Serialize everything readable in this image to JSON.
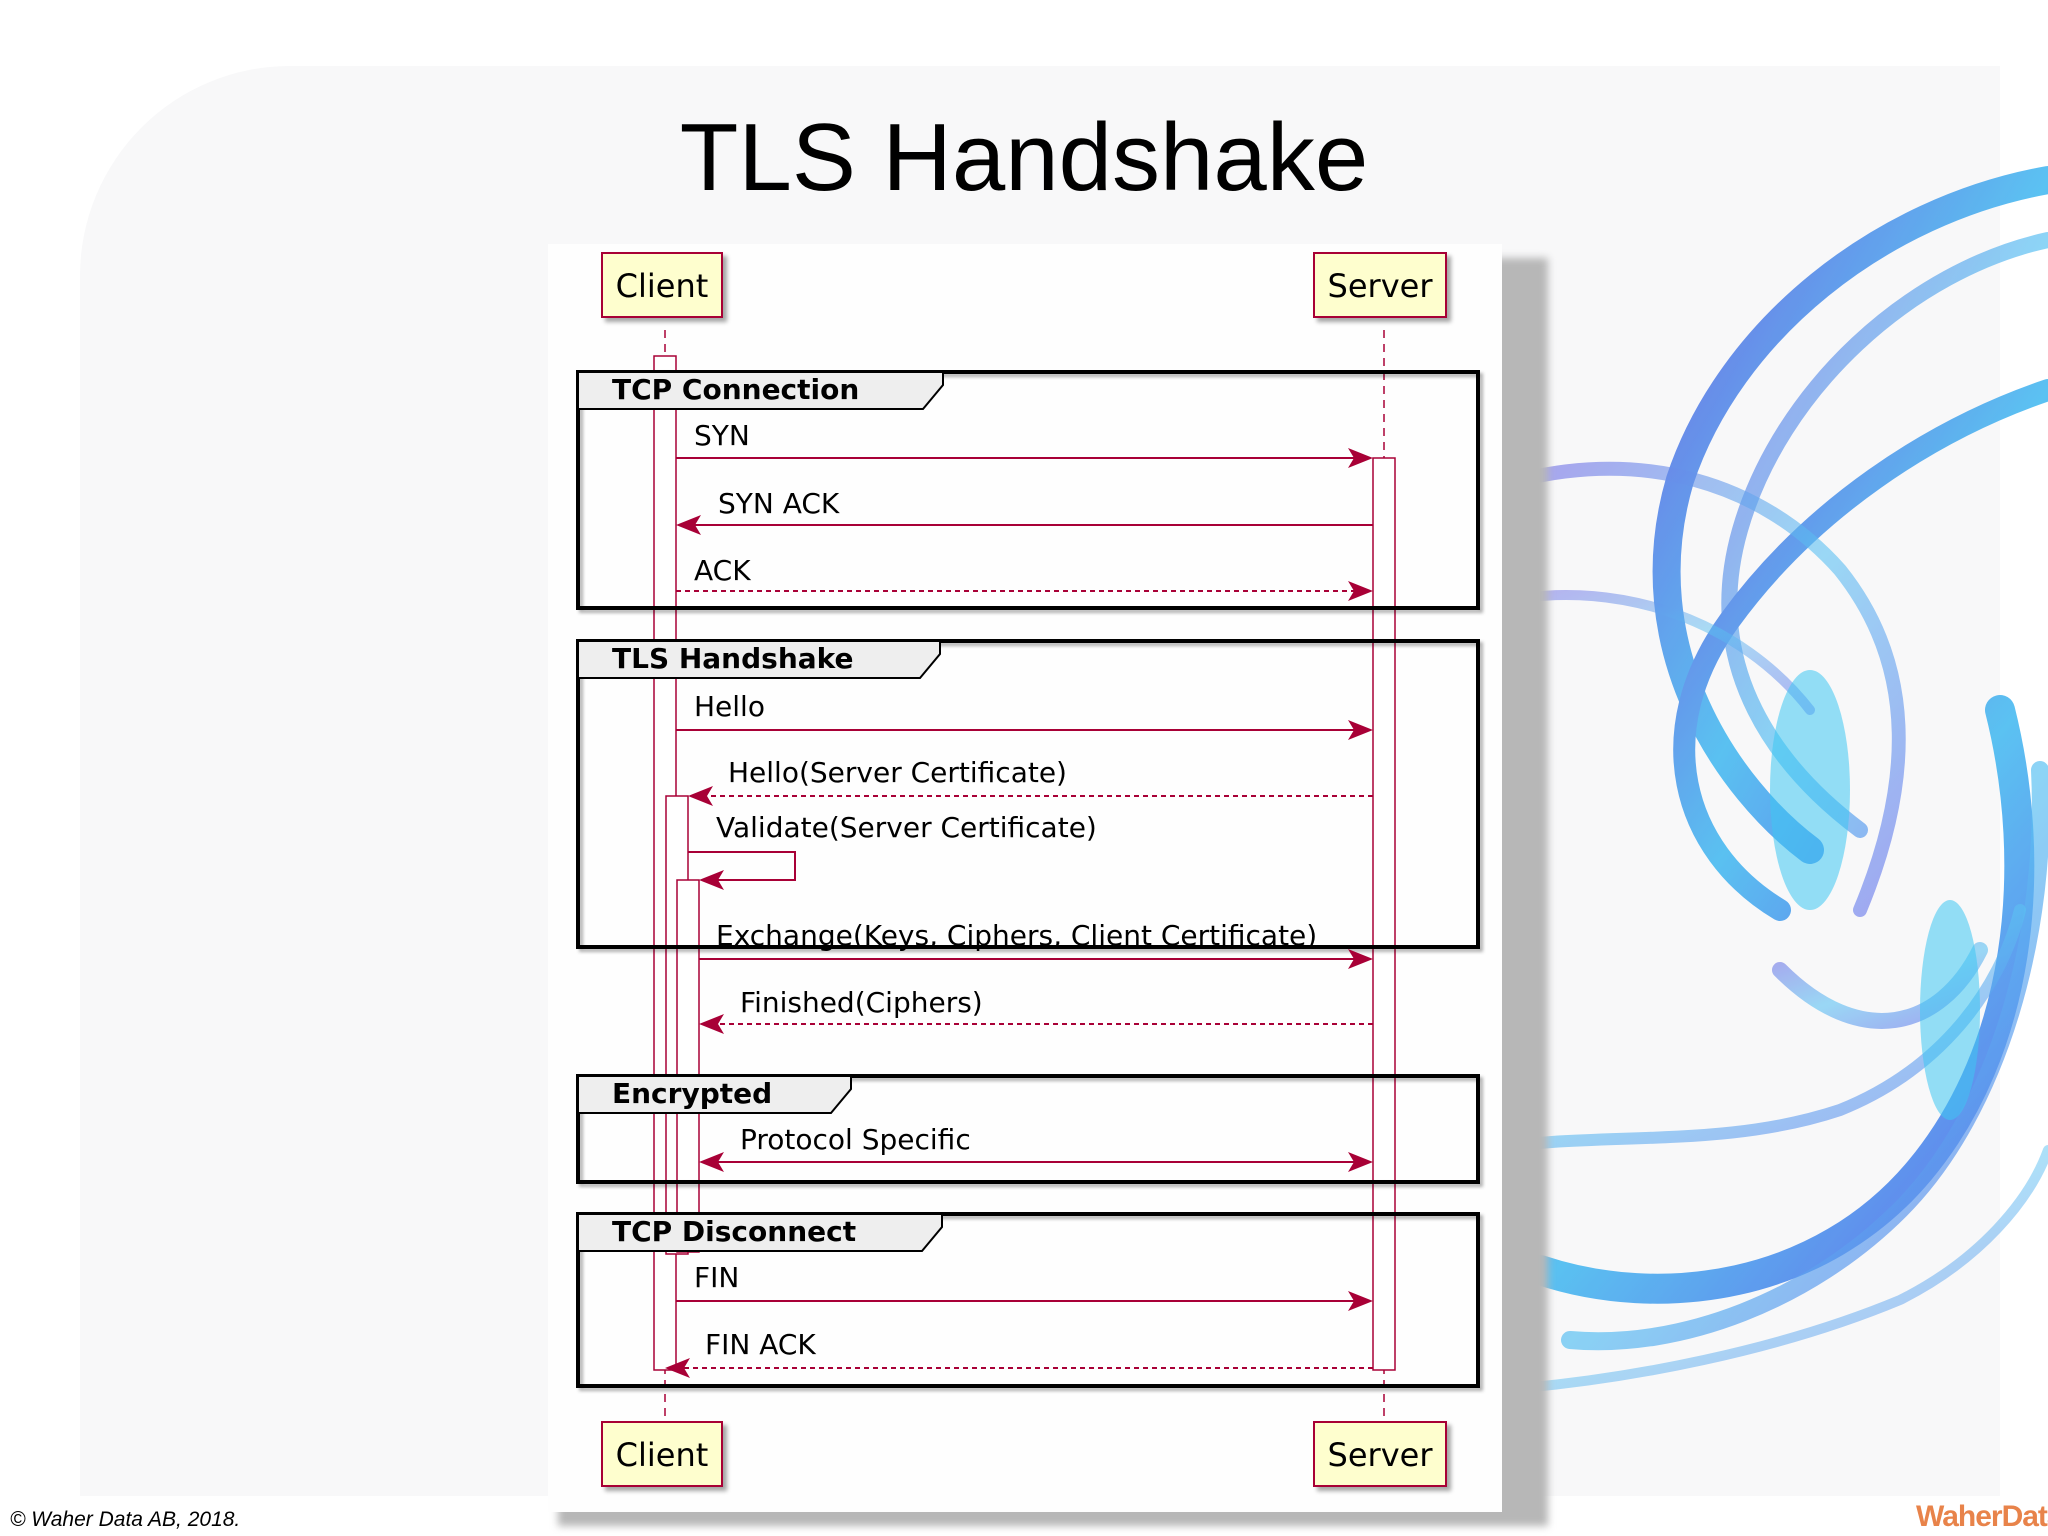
{
  "slide": {
    "title": "TLS Handshake",
    "copyright": "© Waher Data AB, 2018.",
    "brand_logo": "WaherData"
  },
  "diagram": {
    "participants": {
      "client": "Client",
      "server": "Server"
    },
    "groups": [
      {
        "label": "TCP Connection"
      },
      {
        "label": "TLS Handshake"
      },
      {
        "label": "Encrypted"
      },
      {
        "label": "TCP Disconnect"
      }
    ],
    "messages": [
      {
        "label": "SYN",
        "from": "Client",
        "to": "Server",
        "style": "solid"
      },
      {
        "label": "SYN ACK",
        "from": "Server",
        "to": "Client",
        "style": "solid"
      },
      {
        "label": "ACK",
        "from": "Client",
        "to": "Server",
        "style": "dashed"
      },
      {
        "label": "Hello",
        "from": "Client",
        "to": "Server",
        "style": "solid"
      },
      {
        "label": "Hello(Server Certificate)",
        "from": "Server",
        "to": "Client",
        "style": "dashed"
      },
      {
        "label": "Validate(Server Certificate)",
        "from": "Client",
        "to": "Client",
        "style": "solid"
      },
      {
        "label": "Exchange(Keys, Ciphers, Client Certificate)",
        "from": "Client",
        "to": "Server",
        "style": "solid"
      },
      {
        "label": "Finished(Ciphers)",
        "from": "Server",
        "to": "Client",
        "style": "dashed"
      },
      {
        "label": "Protocol Specific",
        "from": "Client",
        "to": "Server",
        "style": "bidirectional"
      },
      {
        "label": "FIN",
        "from": "Client",
        "to": "Server",
        "style": "solid"
      },
      {
        "label": "FIN ACK",
        "from": "Server",
        "to": "Client",
        "style": "dashed"
      }
    ],
    "colors": {
      "arrow": "#a80036",
      "participant_fill": "#fefece",
      "group_tab": "#eeeeee"
    }
  }
}
